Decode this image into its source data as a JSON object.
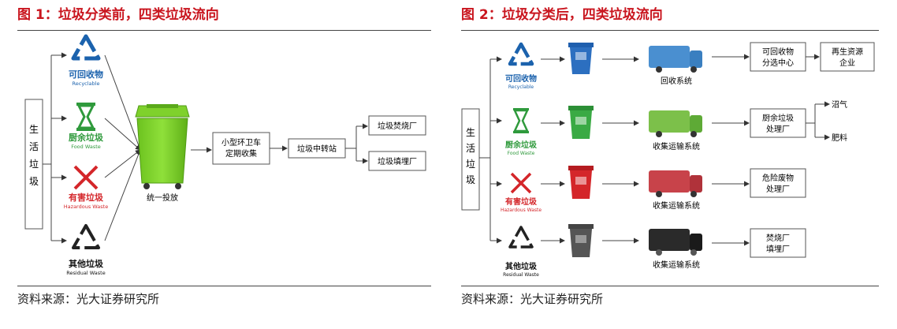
{
  "colors": {
    "title": "#c9151e",
    "recyclable": "#1b62ad",
    "food": "#2f9a3c",
    "hazardous": "#d4262a",
    "residual": "#333333"
  },
  "fig1": {
    "title": "图 1：垃圾分类前，四类垃圾流向",
    "source_label": "资料来源：光大证券研究所",
    "origin_label": [
      "生",
      "活",
      "垃",
      "圾"
    ],
    "categories": [
      {
        "name": "可回收物",
        "en": "Recyclable",
        "icon": "recycle-icon"
      },
      {
        "name": "厨余垃圾",
        "en": "Food Waste",
        "icon": "hourglass-icon"
      },
      {
        "name": "有害垃圾",
        "en": "Hazardous Waste",
        "icon": "cross-icon"
      },
      {
        "name": "其他垃圾",
        "en": "Residual Waste",
        "icon": "recycle-outline-icon"
      }
    ],
    "bin_label": "统一投放",
    "truck_box": [
      "小型环卫车",
      "定期收集"
    ],
    "station_box": "垃圾中转站",
    "outputs": [
      "垃圾焚烧厂",
      "垃圾填埋厂"
    ]
  },
  "fig2": {
    "title": "图 2：垃圾分类后，四类垃圾流向",
    "source_label": "资料来源：光大证券研究所",
    "origin_label": [
      "生",
      "活",
      "垃",
      "圾"
    ],
    "rows": [
      {
        "name": "可回收物",
        "en": "Recyclable",
        "system": "回收系统",
        "box": [
          "可回收物",
          "分选中心"
        ],
        "final": [
          "再生资源",
          "企业"
        ]
      },
      {
        "name": "厨余垃圾",
        "en": "Food Waste",
        "system": "收集运输系统",
        "box": [
          "厨余垃圾",
          "处理厂"
        ],
        "outputs": [
          "沼气",
          "肥料"
        ]
      },
      {
        "name": "有害垃圾",
        "en": "Hazardous Waste",
        "system": "收集运输系统",
        "box": [
          "危险废物",
          "处理厂"
        ]
      },
      {
        "name": "其他垃圾",
        "en": "Residual Waste",
        "system": "收集运输系统",
        "box": [
          "焚烧厂",
          "填埋厂"
        ]
      }
    ]
  }
}
